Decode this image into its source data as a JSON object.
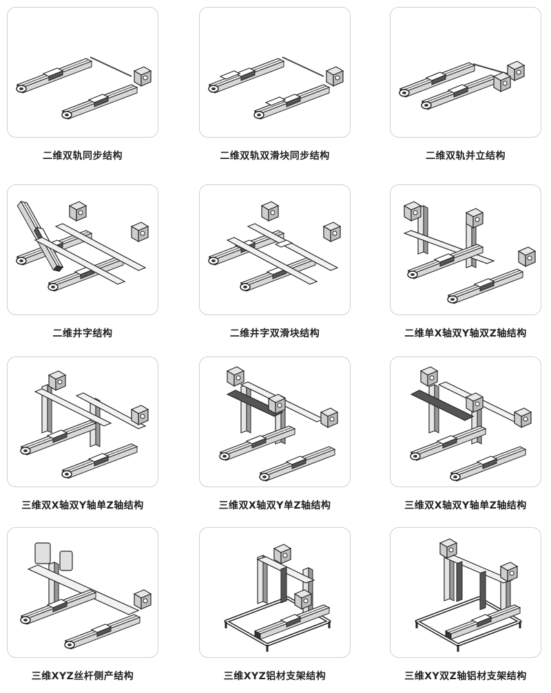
{
  "items": [
    {
      "caption": "二维双轨同步结构",
      "illustration": "two-axis-dual-rail-sync"
    },
    {
      "caption": "二维双轨双滑块同步结构",
      "illustration": "two-axis-dual-rail-dual-slider-sync"
    },
    {
      "caption": "二维双轨并立结构",
      "illustration": "two-axis-dual-rail-parallel"
    },
    {
      "caption": "二维井字结构",
      "illustration": "two-axis-hash-frame"
    },
    {
      "caption": "二维井字双滑块结构",
      "illustration": "two-axis-hash-frame-dual-slider"
    },
    {
      "caption": "二维单X轴双Y轴双Z轴结构",
      "illustration": "single-x-dual-y-dual-z"
    },
    {
      "caption": "三维双X轴双Y轴单Z轴结构",
      "illustration": "dual-x-dual-y-single-z"
    },
    {
      "caption": "三维双X轴双Y单Z轴结构",
      "illustration": "dual-x-dual-y-single-z-b"
    },
    {
      "caption": "三维双X轴双Y轴单Z轴结构",
      "illustration": "dual-x-dual-y-single-z-c"
    },
    {
      "caption": "三维XYZ丝杆侧产结构",
      "illustration": "xyz-screw-side"
    },
    {
      "caption": "三维XYZ铝材支架结构",
      "illustration": "xyz-aluminum-frame"
    },
    {
      "caption": "三维XY双Z轴铝材支架结构",
      "illustration": "xy-dual-z-aluminum-frame"
    }
  ]
}
